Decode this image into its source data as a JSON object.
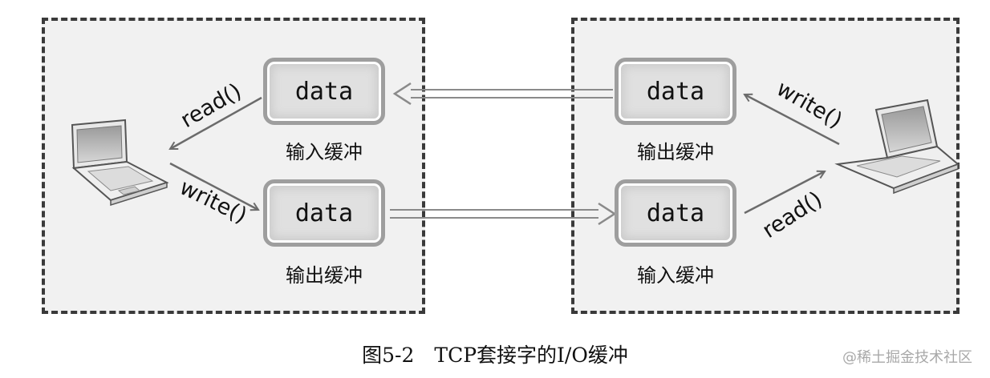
{
  "buffers": {
    "left_input": {
      "value": "data",
      "label": "输入缓冲"
    },
    "left_output": {
      "value": "data",
      "label": "输出缓冲"
    },
    "right_output": {
      "value": "data",
      "label": "输出缓冲"
    },
    "right_input": {
      "value": "data",
      "label": "输入缓冲"
    }
  },
  "calls": {
    "left_read": "read()",
    "left_write": "write()",
    "right_write": "write()",
    "right_read": "read()"
  },
  "caption": "图5-2　TCP套接字的I/O缓冲",
  "watermark": "@稀土掘金技术社区",
  "icons": [
    "laptop-icon"
  ],
  "colors": {
    "panel": "#f1f1f1",
    "border": "#3a3a3a",
    "buffer": "#e0e0e0",
    "arrow": "#6b6b6b"
  }
}
